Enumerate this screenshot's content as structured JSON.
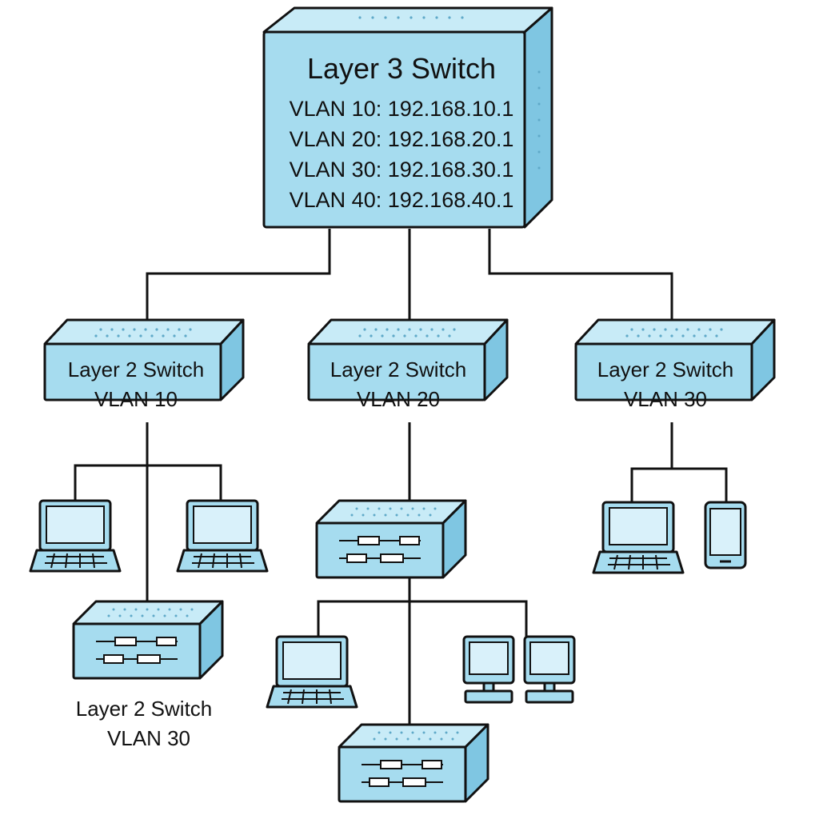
{
  "colors": {
    "front": "#a6dcef",
    "top": "#c8ebf7",
    "side": "#7fc6e2",
    "screen": "#d9f1fa",
    "outline": "#111111"
  },
  "l3_switch": {
    "title": "Layer 3 Switch",
    "vlan_lines": [
      "VLAN 10: 192.168.10.1",
      "VLAN 20: 192.168.20.1",
      "VLAN 30: 192.168.30.1",
      "VLAN 40: 192.168.40.1"
    ]
  },
  "l2_switches": [
    {
      "label": "Layer 2 Switch",
      "vlan": "VLAN 10"
    },
    {
      "label": "Layer 2 Switch",
      "vlan": "VLAN 20"
    },
    {
      "label": "Layer 2 Switch",
      "vlan": "VLAN 30"
    }
  ],
  "unlabeled_switch_caption": {
    "label": "Layer 2 Switch",
    "vlan": "VLAN 30"
  },
  "device_icons": [
    "laptop-icon",
    "monitor-icon",
    "smartphone-icon",
    "switch-icon"
  ]
}
